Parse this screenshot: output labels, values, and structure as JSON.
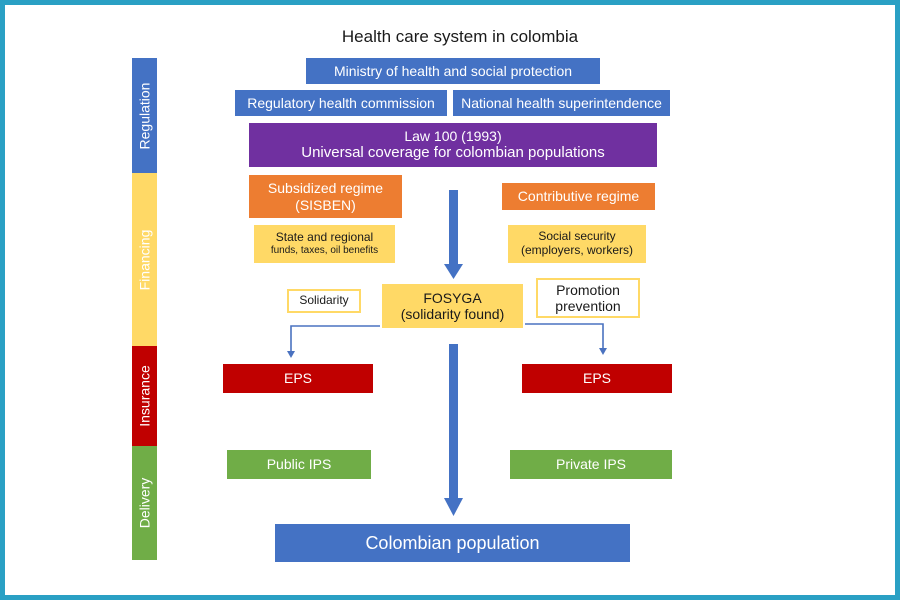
{
  "title": "Health care system in colombia",
  "bands": {
    "regulation": "Regulation",
    "financing": "Financing",
    "insurance": "Insurance",
    "delivery": "Delivery"
  },
  "regulation": {
    "ministry": "Ministry of health and social protection",
    "commission": "Regulatory health commission",
    "superintendence": "National health superintendence",
    "law_line1": "Law 100 (1993)",
    "law_line2": "Universal coverage for colombian populations"
  },
  "financing": {
    "subsidized_line1": "Subsidized regime",
    "subsidized_line2": "(SISBEN)",
    "contributive": "Contributive regime",
    "state_line1": "State and regional",
    "state_line2": "funds, taxes, oil benefits",
    "social_line1": "Social security",
    "social_line2": "(employers, workers)",
    "solidarity": "Solidarity",
    "fosyga_line1": "FOSYGA",
    "fosyga_line2": "(solidarity found)",
    "promotion_line1": "Promotion",
    "promotion_line2": "prevention"
  },
  "insurance": {
    "eps_left": "EPS",
    "eps_right": "EPS"
  },
  "delivery": {
    "public_ips": "Public IPS",
    "private_ips": "Private IPS",
    "population": "Colombian population"
  },
  "colors": {
    "frame": "#2aa0c4",
    "blue": "#4472c4",
    "purple": "#7030a0",
    "orange": "#ed7d31",
    "yellow": "#ffd966",
    "red": "#c00000",
    "green": "#70ad47"
  }
}
